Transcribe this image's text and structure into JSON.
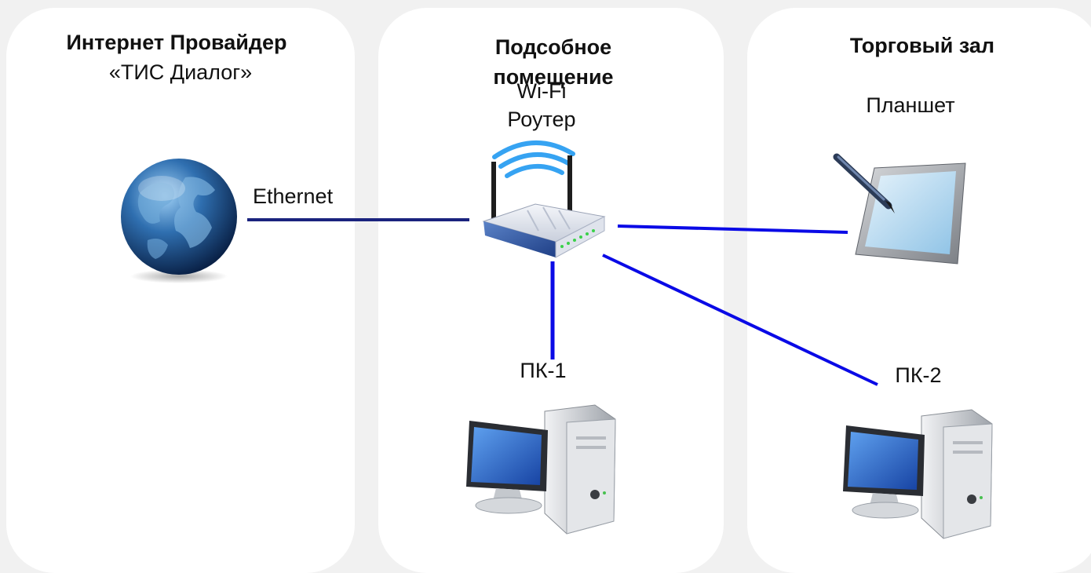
{
  "zones": {
    "isp": {
      "title": "Интернет Провайдер",
      "subtitle": "«ТИС Диалог»"
    },
    "back_room": {
      "title_line1": "Подсобное",
      "title_line2": "помещение"
    },
    "sales_hall": {
      "title": "Торговый зал"
    }
  },
  "devices": {
    "internet": {
      "icon": "globe-icon"
    },
    "router": {
      "label_line1": "Wi-Fi",
      "label_line2": "Роутер",
      "icon": "wifi-router-icon"
    },
    "tablet": {
      "label": "Планшет",
      "icon": "tablet-pen-icon"
    },
    "pc1": {
      "label": "ПК-1",
      "icon": "desktop-computer-icon"
    },
    "pc2": {
      "label": "ПК-2",
      "icon": "desktop-computer-icon"
    }
  },
  "links": {
    "ethernet_label": "Ethernet",
    "ethernet_color": "#1a237e",
    "wireless_color": "#0a0ae6"
  },
  "colors": {
    "background": "#f1f1f1",
    "zone_fill": "#ffffff",
    "router_body": "#3c63a8",
    "screen_blue": "#2f6fd1"
  }
}
